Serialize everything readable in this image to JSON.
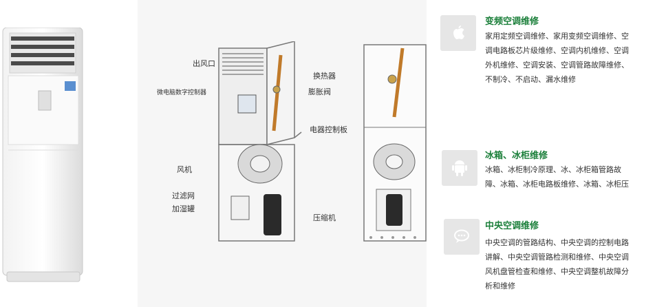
{
  "diagram": {
    "labels": {
      "outlet": "出风口",
      "controller": "微电脑数字控制器",
      "heat_exchanger": "换热器",
      "expansion_valve": "膨胀阀",
      "electrical_board": "电器控制板",
      "fan": "风机",
      "filter": "过滤网",
      "humidifier": "加湿罐",
      "compressor": "压缩机"
    }
  },
  "services": [
    {
      "icon": "apple-icon",
      "title": "变频空调维修",
      "lines": [
        "家用定频空调维修、家用变频空调维修、空",
        "调电路板芯片级维修、空调内机维修、空调",
        "外机维修、空调安装、空调管路故障维修、",
        "不制冷、不启动、漏水维修"
      ]
    },
    {
      "icon": "android-icon",
      "title": "冰箱、冰柜维修",
      "lines": [
        "冰箱、冰柜制冷原理、冰、冰柜箱管路故",
        "障、冰箱、冰柜电路板维修、冰箱、冰柜压"
      ]
    },
    {
      "icon": "chat-bubble-icon",
      "title": "中央空调维修",
      "lines": [
        "中央空调的管路结构、中央空调的控制电路",
        "讲解、中央空调管路检测和维修、中央空调",
        "风机盘管检查和维修、中央空调整机故障分",
        "析和维修"
      ]
    }
  ],
  "colors": {
    "title_green": "#1b7f3a",
    "icon_bg": "#e6e6e6"
  }
}
